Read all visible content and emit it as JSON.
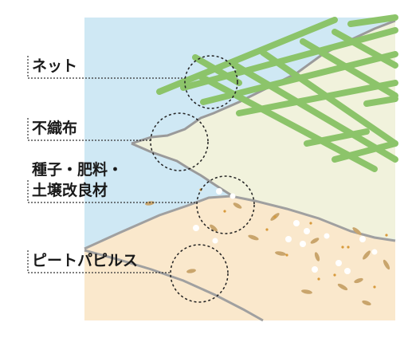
{
  "labels": {
    "net": "ネット",
    "nonwoven": "不織布",
    "seed_line1": "種子・肥料・",
    "seed_line2": "土壌改良材",
    "peat": "ピートパピルス"
  },
  "colors": {
    "water": "#cfe8f4",
    "cream_layer": "#f1f2dc",
    "peat_layer": "#fae8cc",
    "net_green": "#8cc46a",
    "edge_gray": "#9a9a9a",
    "seed_brown": "#c9a56c",
    "fertilizer_white": "#ffffff",
    "leader_line": "#333333"
  }
}
